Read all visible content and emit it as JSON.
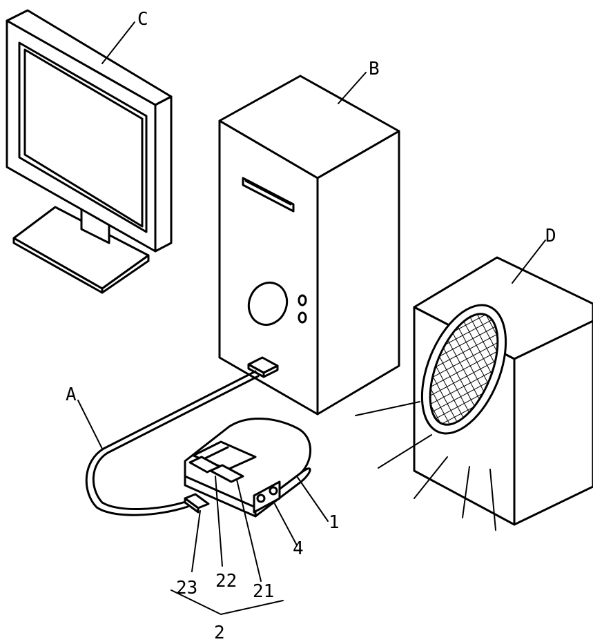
{
  "labels": {
    "monitor": "C",
    "tower": "B",
    "speaker": "D",
    "cable": "A",
    "device": "1",
    "port": "4",
    "button_21": "21",
    "button_22": "22",
    "plug_23": "23",
    "group": "2"
  },
  "colors": {
    "line": "#000000",
    "background": "#ffffff"
  }
}
